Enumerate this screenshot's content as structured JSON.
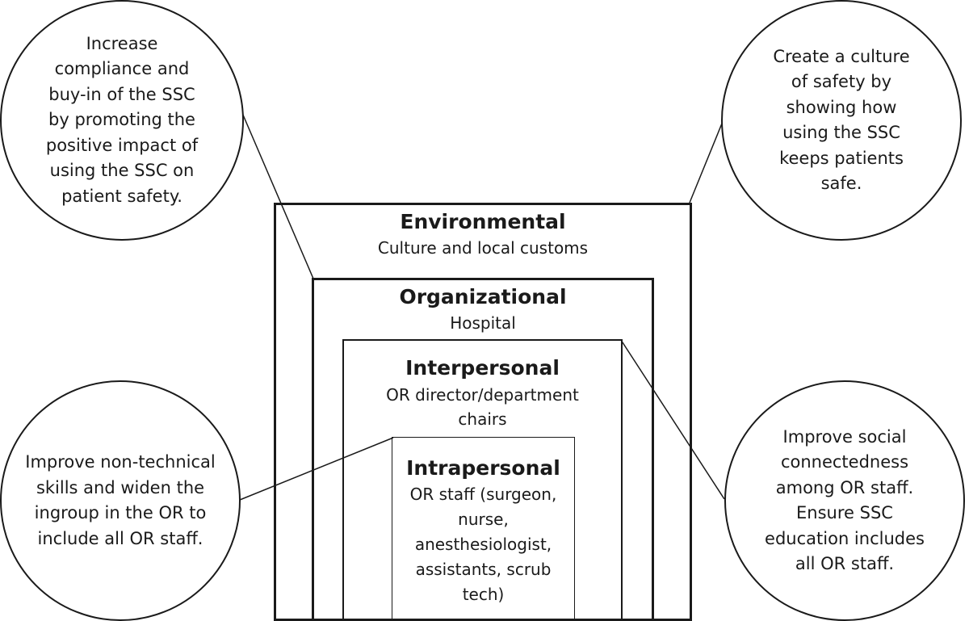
{
  "levels": {
    "environmental": {
      "title": "Environmental",
      "subtitle": "Culture and local customs"
    },
    "organizational": {
      "title": "Organizational",
      "subtitle": "Hospital"
    },
    "interpersonal": {
      "title": "Interpersonal",
      "subtitle": "OR director/department chairs"
    },
    "intrapersonal": {
      "title": "Intrapersonal",
      "subtitle": "OR staff (surgeon, nurse, anesthesiologist, assistants, scrub tech)"
    }
  },
  "callouts": {
    "top_left": "Increase compliance and buy-in of the SSC by promoting the positive impact of using the SSC on patient safety.",
    "top_right": "Create a culture of safety by showing how using the SSC keeps patients safe.",
    "bottom_left": "Improve non-technical skills and widen the ingroup in the OR to include all OR staff.",
    "bottom_right": "Improve social connectedness among OR staff. Ensure SSC education includes all OR staff."
  }
}
